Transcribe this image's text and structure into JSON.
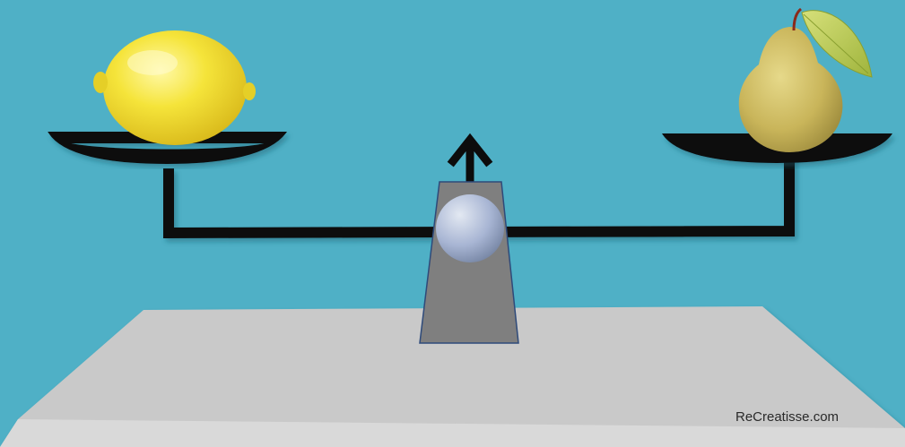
{
  "scene": {
    "background_color": "#4fb0c6",
    "table_color": "#c9c9c9",
    "balance_arm_color": "#0c0c0c",
    "stand_color": "#7f7f7f",
    "pivot_color": "#aab8d8",
    "left_pan_item": "lemon",
    "right_pan_item": "pear",
    "pointer_icon": "arrow-up-icon"
  },
  "watermark": {
    "text": "ReCreatisse.com"
  }
}
